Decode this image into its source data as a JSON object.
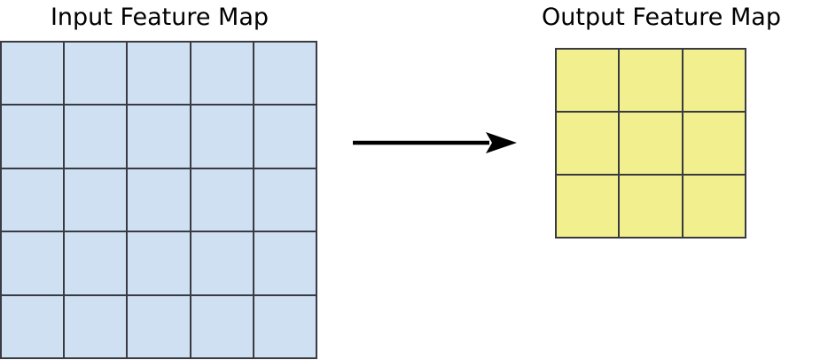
{
  "diagram": {
    "type": "feature-map-transformation",
    "background_color": "#ffffff",
    "input": {
      "title": "Input Feature Map",
      "rows": 5,
      "cols": 5,
      "cell_count": 25,
      "fill_color": "#cfe0f2",
      "border_color": "#3a3a42"
    },
    "output": {
      "title": "Output Feature Map",
      "rows": 3,
      "cols": 3,
      "cell_count": 9,
      "fill_color": "#f1ef8e",
      "border_color": "#3a3a42"
    },
    "arrow": {
      "name": "transformation-arrow",
      "direction": "right",
      "color": "#000000"
    }
  }
}
